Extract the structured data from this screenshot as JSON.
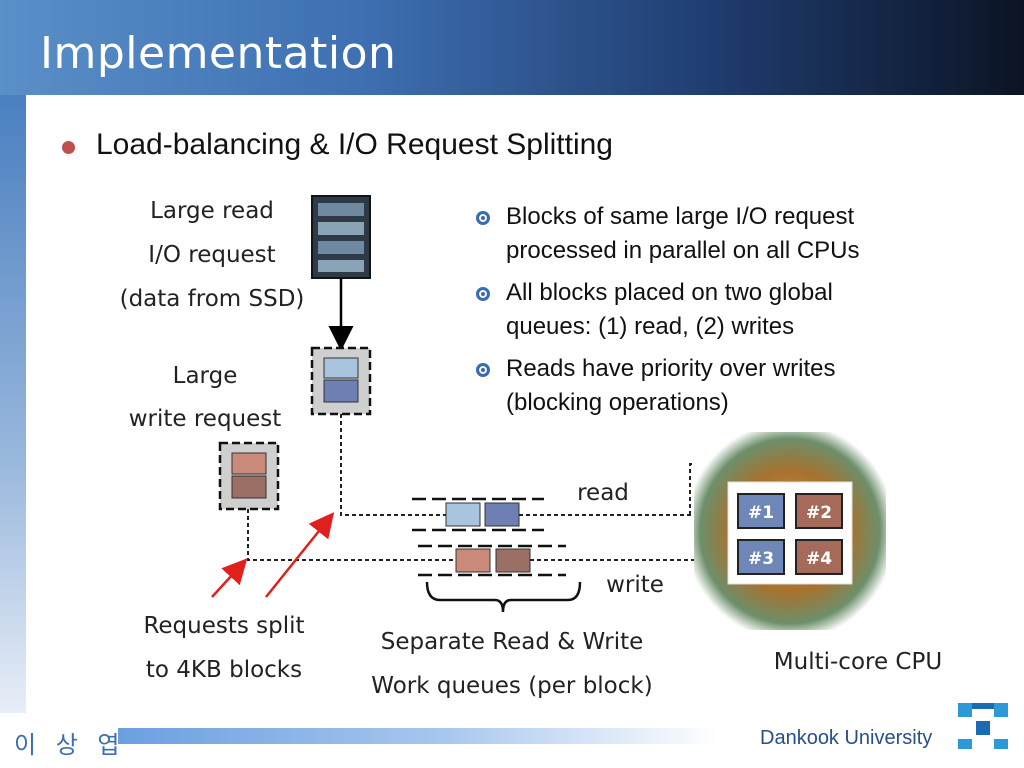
{
  "slide": {
    "title": "Implementation",
    "main_bullet": "Load-balancing & I/O Request Splitting",
    "sub_bullets": [
      {
        "line1": "Blocks of same large I/O request",
        "line2": "processed in parallel on all CPUs"
      },
      {
        "line1": "All blocks placed on two global",
        "line2": "queues: (1) read, (2) writes"
      },
      {
        "line1": "Reads have priority over writes",
        "line2": "(blocking operations)"
      }
    ]
  },
  "diagram": {
    "large_read": [
      "Large read",
      "I/O request",
      "(data from SSD)"
    ],
    "large_write": [
      "Large",
      "write request"
    ],
    "requests_split": [
      "Requests split",
      "to 4KB blocks"
    ],
    "queues_label": [
      "Separate Read & Write",
      "Work  queues (per block)"
    ],
    "read_label": "read",
    "write_label": "write",
    "cpu_label": "Multi-core CPU",
    "cores": [
      "#1",
      "#2",
      "#3",
      "#4"
    ],
    "colors": {
      "read_block_light": "#a8c4df",
      "read_block_dark": "#6e7fb3",
      "write_block_light": "#c98a7a",
      "write_block_dark": "#9b6f66",
      "core_blue": "#6e86b8",
      "core_brown": "#a56a5a",
      "arrow_red": "#e0201c"
    }
  },
  "footer": {
    "author": "이 상 엽",
    "university": "Dankook University"
  }
}
